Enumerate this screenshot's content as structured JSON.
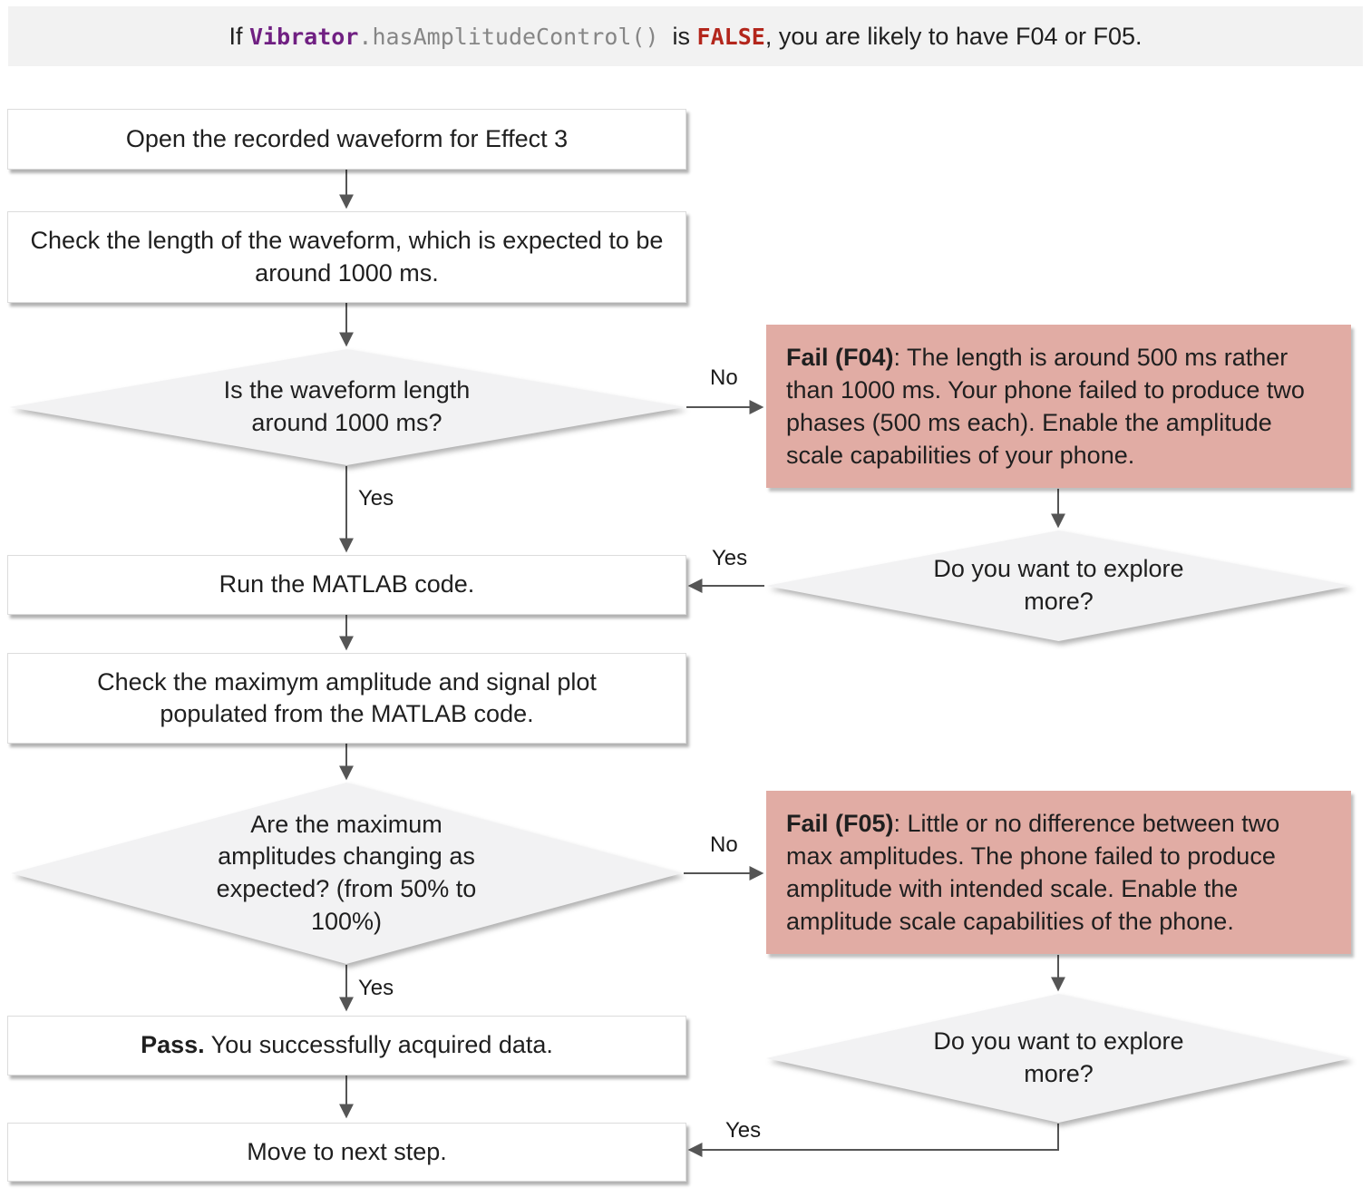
{
  "banner": {
    "text_prefix": "If ",
    "code_object": "Vibrator",
    "code_method": ".hasAmplitudeControl()",
    "text_middle": "  is ",
    "code_value": "FALSE",
    "text_suffix": ", you are likely to have F04 or F05."
  },
  "nodes": {
    "open_waveform": "Open the recorded waveform for Effect 3",
    "check_length": "Check the length of the waveform, which is expected to be around 1000 ms.",
    "length_question": "Is the waveform length around 1000 ms?",
    "fail_f04_bold": "Fail (F04)",
    "fail_f04_rest": ": The length is around 500 ms rather than 1000 ms. Your phone failed to produce two phases (500 ms each). Enable the amplitude scale capabilities of your phone.",
    "explore_more_1": "Do you want to explore more?",
    "run_matlab": "Run the MATLAB code.",
    "check_amplitude": "Check the maximym amplitude and signal plot populated from the MATLAB code.",
    "amplitude_question": "Are the maximum amplitudes changing as expected? (from 50% to 100%)",
    "fail_f05_bold": "Fail (F05)",
    "fail_f05_rest": ": Little or no difference between two max amplitudes. The phone failed to produce amplitude with intended scale. Enable the amplitude scale capabilities of the phone.",
    "explore_more_2": "Do you want to explore more?",
    "pass_bold": "Pass.",
    "pass_rest": " You successfully acquired data.",
    "move_next": "Move to next step."
  },
  "edges": {
    "no_length": "No",
    "yes_length": "Yes",
    "yes_explore_1": "Yes",
    "no_amplitude": "No",
    "yes_amplitude": "Yes",
    "yes_explore_2": "Yes"
  },
  "colors": {
    "banner_bg": "#f2f2f2",
    "code_purple": "#702082",
    "code_gray": "#868686",
    "code_red": "#b3261c",
    "fail_bg": "#e1aca4",
    "shape_bg": "#f2f2f3",
    "arrow": "#555555"
  }
}
